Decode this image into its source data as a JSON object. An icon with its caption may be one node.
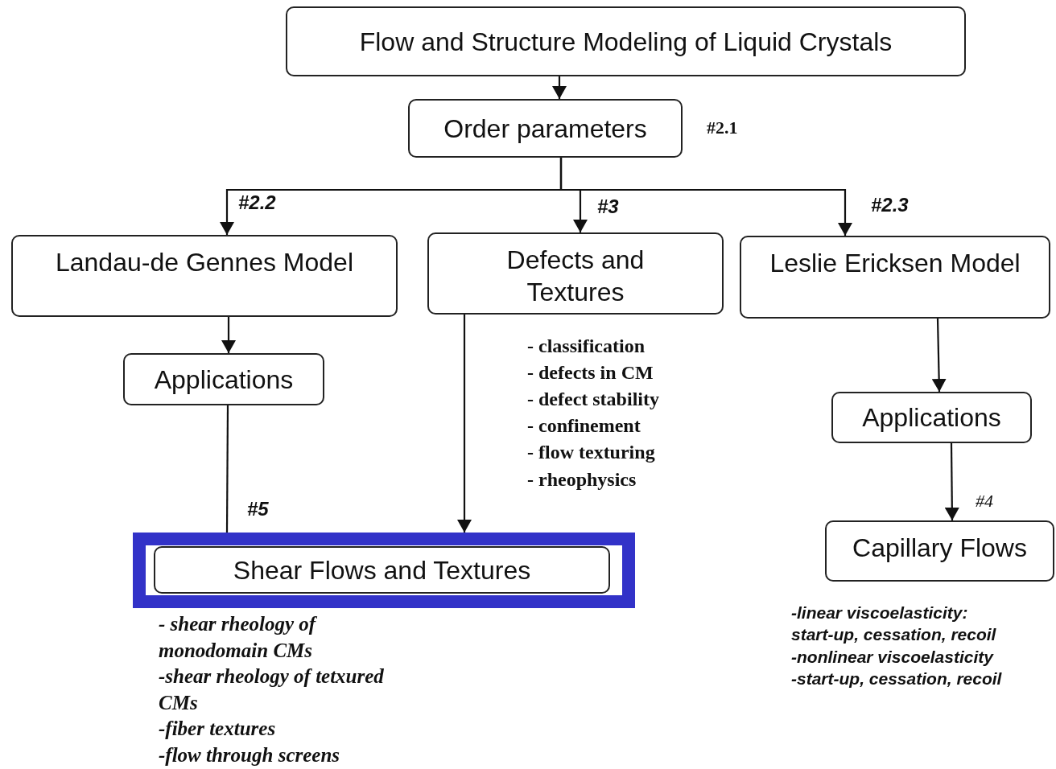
{
  "diagram": {
    "nodes": [
      {
        "text": [
          "Flow and Structure Modeling of Liquid Crystals"
        ]
      },
      {
        "text": [
          "Order parameters"
        ],
        "beside": [
          "#2.1"
        ]
      },
      {
        "text": [
          "Landau-de Gennes Model"
        ]
      },
      {
        "text": [
          "Defects and Textures"
        ],
        "beside": [
          "- classification",
          "- defects in CM",
          "- defect stability",
          "- confinement",
          "- flow texturing",
          "- rheophysics"
        ]
      },
      {
        "text": [
          "Leslie Ericksen Model"
        ]
      },
      {
        "text": [
          "Applications"
        ]
      },
      {
        "text": [
          "Applications"
        ]
      },
      {
        "text": [],
        "shape": "box"
      },
      {
        "text": [
          "Shear Flows and Textures"
        ],
        "in": 7,
        "beside": [
          "- shear rheology of monodomain CMs",
          "-shear rheology of tetxured CMs",
          "-fiber textures",
          "-flow through screens"
        ]
      },
      {
        "text": [
          "Capillary Flows"
        ],
        "beside": [
          "-linear viscoelasticity: start-up, cessation, recoil",
          "-nonlinear viscoelasticity",
          "-start-up, cessation, recoil"
        ]
      }
    ],
    "edges": [
      {
        "from": 0,
        "to": 1,
        "arrow": "to"
      },
      {
        "from": 1,
        "to": 2,
        "arrow": "to",
        "label": "#2.2"
      },
      {
        "from": 1,
        "to": 3,
        "arrow": "to",
        "label": "#3"
      },
      {
        "from": 1,
        "to": 4,
        "arrow": "to",
        "label": "#2.3"
      },
      {
        "from": 2,
        "to": 5,
        "arrow": "to"
      },
      {
        "from": 4,
        "to": 6,
        "arrow": "to"
      },
      {
        "from": 6,
        "to": 9,
        "arrow": "to",
        "label": "#4"
      },
      {
        "from": 3,
        "to": 7,
        "arrow": "to"
      },
      {
        "from": 5,
        "to": 7,
        "arrow": "none",
        "label": "#5"
      }
    ]
  }
}
